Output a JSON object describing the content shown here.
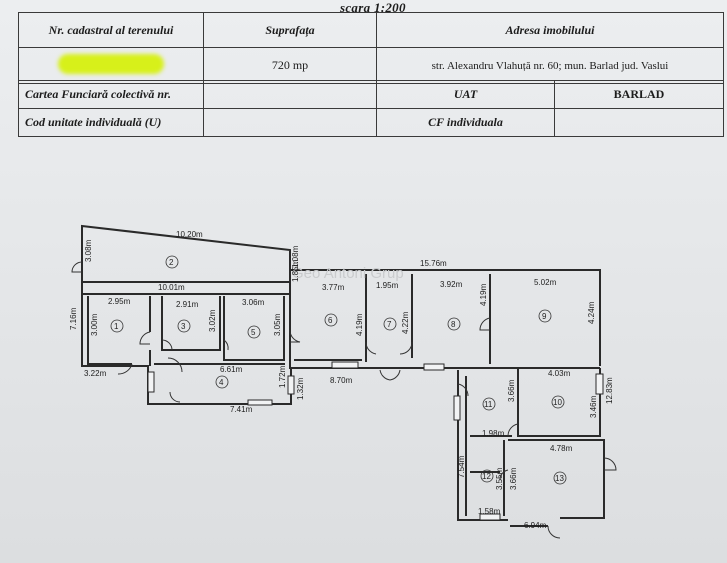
{
  "header": {
    "scale": "scara 1:200"
  },
  "table1": {
    "h_cadastral": "Nr. cadastral al terenului",
    "h_suprafata": "Suprafața",
    "h_adresa": "Adresa imobilului",
    "suprafata_value": "720 mp",
    "adresa_value": "str. Alexandru Vlahuță nr. 60; mun. Barlad jud. Vaslui"
  },
  "table2": {
    "carte_funciara": "Cartea Funciară colectivă nr.",
    "uat_label": "UAT",
    "uat_value": "BARLAD",
    "cod_unitate": "Cod unitate individuală (U)",
    "cf_label": "CF individuala"
  },
  "plan": {
    "watermark": "Geo Antoni Grup",
    "dims": {
      "d_10_20": "10.20m",
      "d_3_08": "3.08m",
      "d_1_08": "1.08m",
      "d_10_01": "10.01m",
      "d_1_85": "1.85m",
      "d_15_76": "15.76m",
      "d_7_16": "7.16m",
      "d_2_95": "2.95m",
      "d_3_00": "3.00m",
      "d_2_91": "2.91m",
      "d_3_02": "3.02m",
      "d_3_06": "3.06m",
      "d_3_05": "3.05m",
      "d_3_77": "3.77m",
      "d_4_19_a": "4.19m",
      "d_1_95": "1.95m",
      "d_4_22": "4.22m",
      "d_3_92": "3.92m",
      "d_4_19_b": "4.19m",
      "d_5_02": "5.02m",
      "d_4_24": "4.24m",
      "d_3_22": "3.22m",
      "d_6_61": "6.61m",
      "d_1_72": "1.72m",
      "d_8_70": "8.70m",
      "d_7_41": "7.41m",
      "d_1_32": "1.32m",
      "d_4_03": "4.03m",
      "d_3_66_a": "3.66m",
      "d_3_46": "3.46m",
      "d_12_83": "12.83m",
      "d_1_98": "1.98m",
      "d_4_78": "4.78m",
      "d_7_54": "7.54m",
      "d_3_55": "3.55m",
      "d_3_66_b": "3.66m",
      "d_1_58": "1.58m",
      "d_6_94": "6.94m"
    },
    "rooms": [
      "1",
      "2",
      "3",
      "4",
      "5",
      "6",
      "7",
      "8",
      "9",
      "10",
      "11",
      "12",
      "13"
    ]
  }
}
